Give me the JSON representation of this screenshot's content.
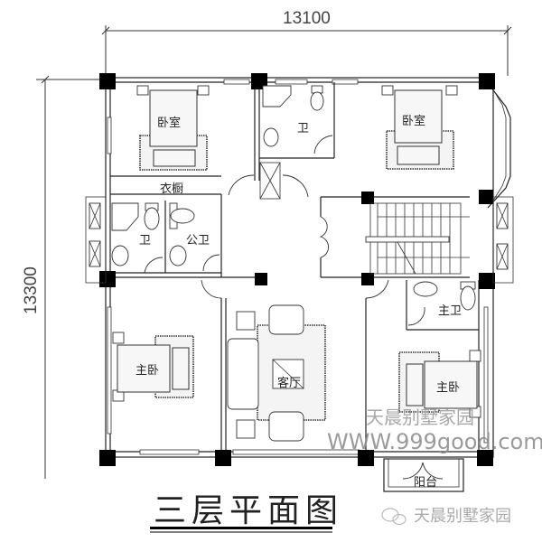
{
  "drawing": {
    "title": "三层平面图",
    "dimensions": {
      "width_label": "13100",
      "height_label": "13300"
    }
  },
  "rooms": {
    "bedroom_nw": "卧室",
    "bedroom_ne": "卧室",
    "bath_north": "卫",
    "wardrobe": "衣橱",
    "bath_west": "卫",
    "public_bath": "公卫",
    "master_bath": "主卫",
    "master_bedroom_sw": "主卧",
    "living_room": "客厅",
    "master_bedroom_se": "主卧",
    "balcony": "阳台"
  },
  "watermark": {
    "brand": "天晨别墅家园",
    "url": "WWW.999good.com",
    "wechat": "天晨别墅家园"
  }
}
